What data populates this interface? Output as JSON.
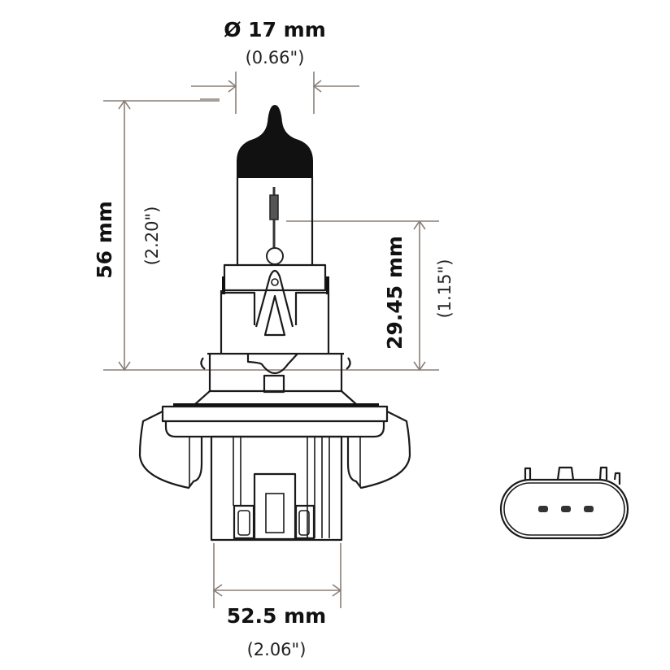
{
  "diagram": {
    "subject": "H13 halogen headlight bulb dimensional drawing",
    "colors": {
      "outline": "#1a1a1a",
      "dimension_lines": "#8a7f78",
      "background": "#ffffff"
    },
    "dimensions": {
      "diameter": {
        "metric": "Ø 17 mm",
        "imperial": "(0.66\")"
      },
      "overall_height": {
        "metric": "56 mm",
        "imperial": "(2.20\")"
      },
      "light_center": {
        "metric": "29.45 mm",
        "imperial": "(1.15\")"
      },
      "base_width": {
        "metric": "52.5 mm",
        "imperial": "(2.06\")"
      }
    },
    "views": [
      {
        "name": "bulb side view"
      },
      {
        "name": "connector end view",
        "pins": 3
      }
    ]
  }
}
